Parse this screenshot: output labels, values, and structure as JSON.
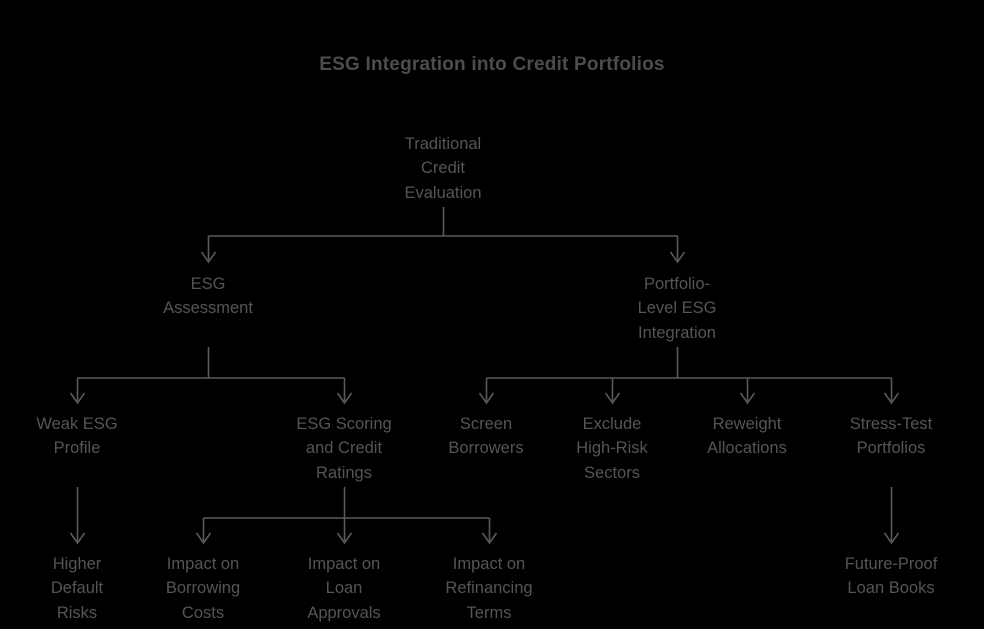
{
  "title": "ESG Integration into Credit Portfolios",
  "theme": {
    "background": "#000000",
    "text_color": "#555555",
    "title_color": "#4d4d4d",
    "connector_color": "#5a5a5a"
  },
  "diagram": {
    "type": "flowchart-tree",
    "orientation": "top-down",
    "levels": [
      {
        "level": 1,
        "nodes": [
          {
            "id": "traditional-credit-evaluation",
            "label": "Traditional\nCredit\nEvaluation"
          }
        ]
      },
      {
        "level": 2,
        "nodes": [
          {
            "id": "esg-assessment",
            "label": "ESG\nAssessment"
          },
          {
            "id": "portfolio-level-esg-integration",
            "label": "Portfolio-\nLevel ESG\nIntegration"
          }
        ]
      },
      {
        "level": 3,
        "nodes": [
          {
            "id": "weak-esg-profile",
            "label": "Weak ESG\nProfile"
          },
          {
            "id": "esg-scoring-and-credit-ratings",
            "label": "ESG Scoring\nand Credit\nRatings"
          },
          {
            "id": "screen-borrowers",
            "label": "Screen\nBorrowers"
          },
          {
            "id": "exclude-high-risk-sectors",
            "label": "Exclude\nHigh-Risk\nSectors"
          },
          {
            "id": "reweight-allocations",
            "label": "Reweight\nAllocations"
          },
          {
            "id": "stress-test-portfolios",
            "label": "Stress-Test\nPortfolios"
          }
        ]
      },
      {
        "level": 4,
        "nodes": [
          {
            "id": "higher-default-risks",
            "label": "Higher\nDefault\nRisks"
          },
          {
            "id": "impact-on-borrowing-costs",
            "label": "Impact on\nBorrowing\nCosts"
          },
          {
            "id": "impact-on-loan-approvals",
            "label": "Impact on\nLoan\nApprovals"
          },
          {
            "id": "impact-on-refinancing-terms",
            "label": "Impact on\nRefinancing\nTerms"
          },
          {
            "id": "future-proof-loan-books",
            "label": "Future-Proof\nLoan Books"
          }
        ]
      }
    ],
    "edges": [
      {
        "from": "traditional-credit-evaluation",
        "to": "esg-assessment"
      },
      {
        "from": "traditional-credit-evaluation",
        "to": "portfolio-level-esg-integration"
      },
      {
        "from": "esg-assessment",
        "to": "weak-esg-profile"
      },
      {
        "from": "esg-assessment",
        "to": "esg-scoring-and-credit-ratings"
      },
      {
        "from": "portfolio-level-esg-integration",
        "to": "screen-borrowers"
      },
      {
        "from": "portfolio-level-esg-integration",
        "to": "exclude-high-risk-sectors"
      },
      {
        "from": "portfolio-level-esg-integration",
        "to": "reweight-allocations"
      },
      {
        "from": "portfolio-level-esg-integration",
        "to": "stress-test-portfolios"
      },
      {
        "from": "weak-esg-profile",
        "to": "higher-default-risks"
      },
      {
        "from": "esg-scoring-and-credit-ratings",
        "to": "impact-on-borrowing-costs"
      },
      {
        "from": "esg-scoring-and-credit-ratings",
        "to": "impact-on-loan-approvals"
      },
      {
        "from": "esg-scoring-and-credit-ratings",
        "to": "impact-on-refinancing-terms"
      },
      {
        "from": "stress-test-portfolios",
        "to": "future-proof-loan-books"
      }
    ]
  }
}
